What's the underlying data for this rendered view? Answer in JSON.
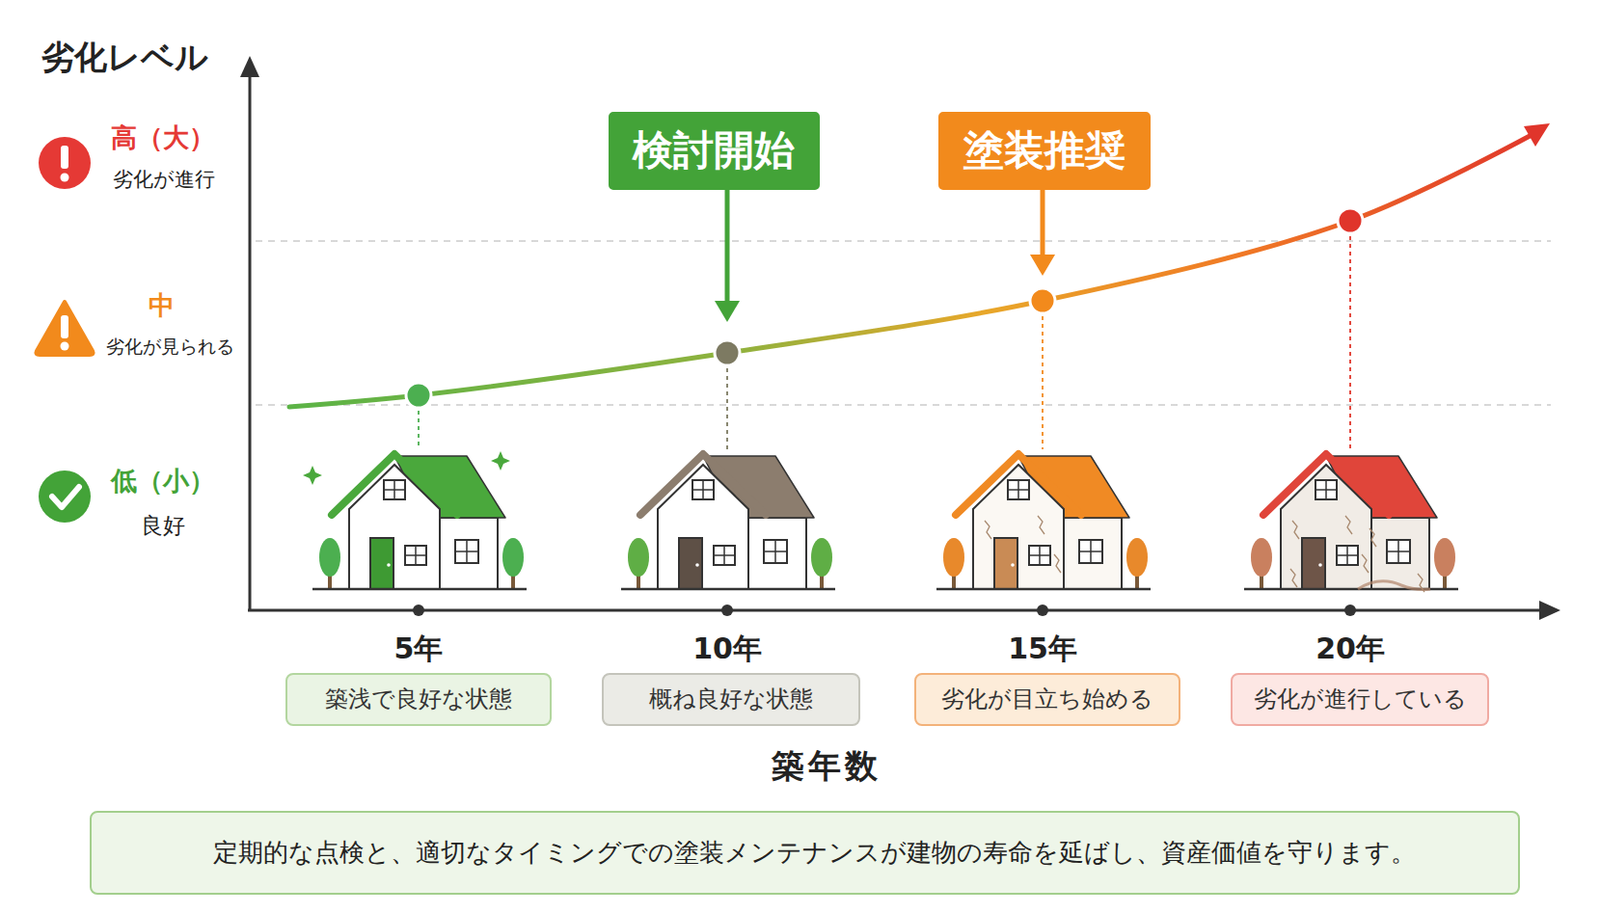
{
  "diagram": {
    "nodes": [
      {
        "text": [
          "検討開始"
        ]
      },
      {
        "text": [
          "塗装推奨"
        ]
      },
      {
        "text": [
          "築浅で良好な状態"
        ]
      },
      {
        "text": [
          "概ね良好な状態"
        ]
      },
      {
        "text": [
          "劣化が目立ち始める"
        ]
      },
      {
        "text": [
          "劣化が進行している"
        ]
      },
      {
        "text": [
          "定期的な点検と、適切なタイミングでの塗装メンテナンスが建物の寿命を延ばし、資産価値を守ります。"
        ]
      }
    ],
    "labels": [
      "劣化レベル",
      "高（大）",
      "劣化が進行",
      "中",
      "劣化が見られる",
      "低（小）",
      "良好",
      "5年",
      "10年",
      "15年",
      "20年",
      "築年数"
    ]
  }
}
